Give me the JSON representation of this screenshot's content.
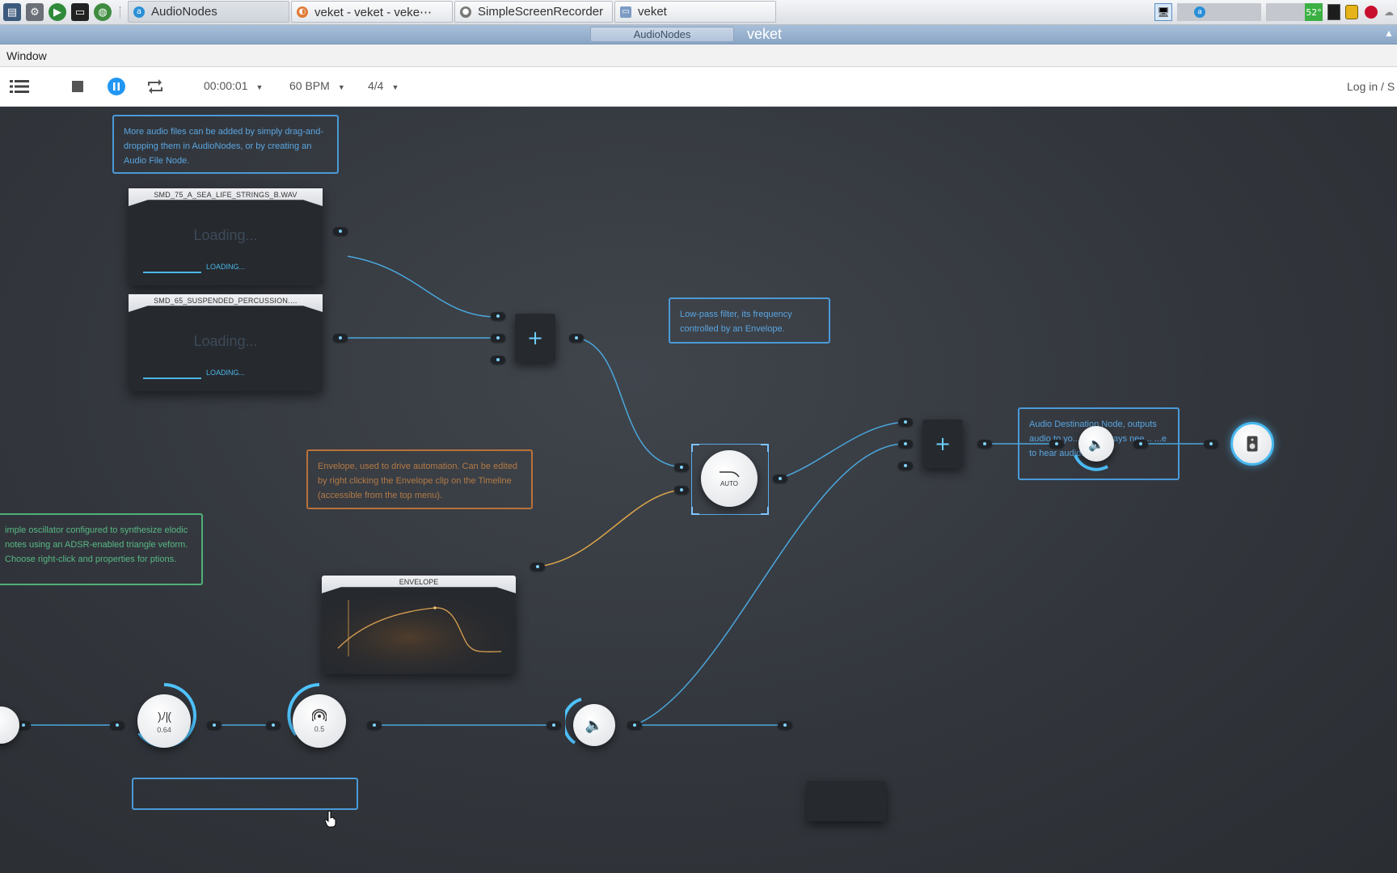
{
  "taskbar": {
    "tasks": [
      {
        "label": "AudioNodes",
        "active": true
      },
      {
        "label": "veket - veket - veke⋯",
        "active": false
      },
      {
        "label": "SimpleScreenRecorder",
        "active": false
      },
      {
        "label": "veket",
        "active": false
      }
    ],
    "temperature": "52°"
  },
  "window": {
    "tab_title": "AudioNodes",
    "app_name": "veket"
  },
  "menubar": {
    "window_label": "Window"
  },
  "toolbar": {
    "time": "00:00:01",
    "tempo": "60 BPM",
    "time_signature": "4/4",
    "login": "Log in / S"
  },
  "notes": {
    "audio_files": "More audio files can be added by simply drag-and-dropping them in AudioNodes, or by creating an Audio File Node.",
    "lowpass": "Low-pass filter, its frequency controlled by an Envelope.",
    "envelope": "Envelope, used to drive automation. Can be edited by right clicking the Envelope clip on the Timeline (accessible from the top menu).",
    "oscillator": "imple oscillator configured to synthesize elodic notes using an ADSR-enabled triangle veform. Choose right-click and properties for ptions.",
    "destination": "Audio Destination Node, outputs audio to yo... You always nee... ...e to hear audio."
  },
  "nodes": {
    "file1": {
      "name": "SMD_75_A_SEA_LIFE_STRINGS_B.WAV",
      "loading_big": "Loading...",
      "loading_small": "LOADING..."
    },
    "file2": {
      "name": "SMD_65_SUSPENDED_PERCUSSION.…",
      "loading_big": "Loading...",
      "loading_small": "LOADING..."
    },
    "envelope": {
      "name": "ENVELOPE"
    },
    "filter": {
      "label": "AUTO"
    },
    "knob1": {
      "value": "0.64"
    },
    "knob2": {
      "value": "0.5"
    }
  },
  "colors": {
    "wire": "#4aa7dd",
    "wire_envelope": "#e0a84a",
    "accent": "#2196f3",
    "node_bg": "#26292e"
  }
}
